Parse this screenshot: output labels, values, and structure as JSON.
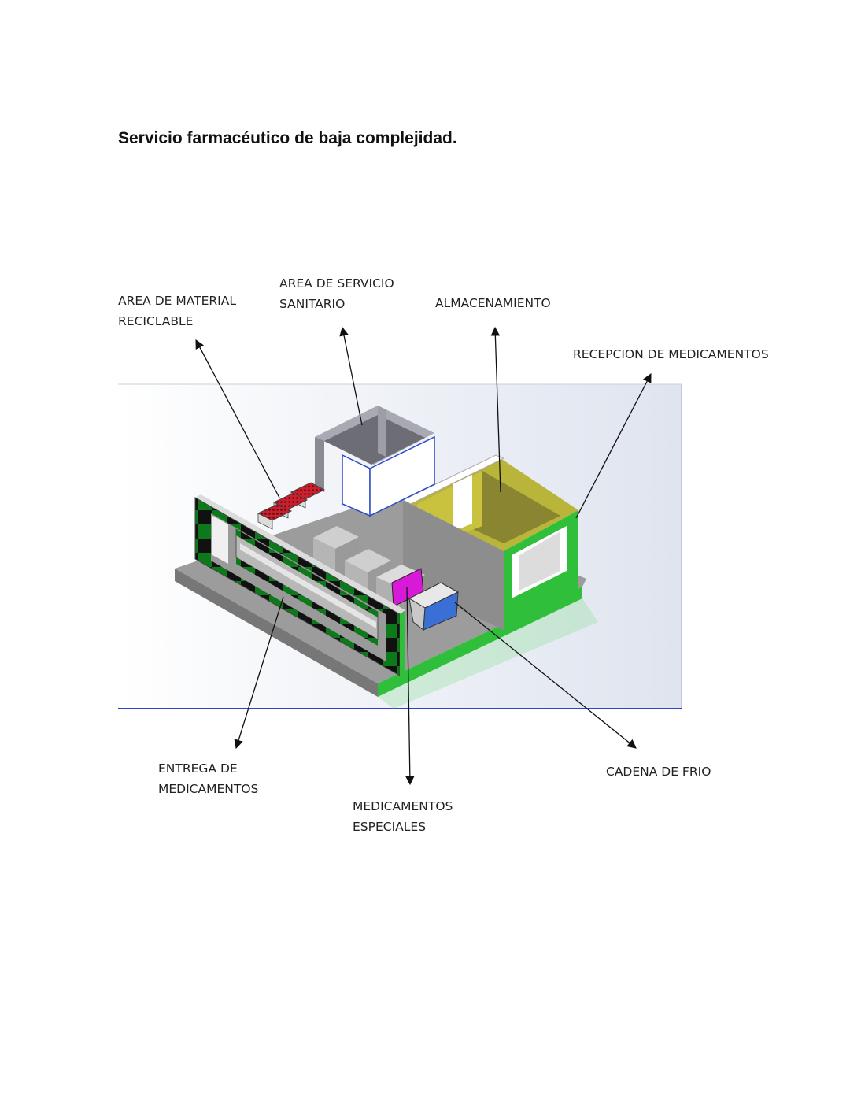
{
  "title": "Servicio farmacéutico de baja complejidad.",
  "labels": {
    "material_reciclable": [
      "AREA DE MATERIAL",
      "RECICLABLE"
    ],
    "servicio_sanitario": [
      "AREA DE SERVICIO",
      "SANITARIO"
    ],
    "almacenamiento": [
      "ALMACENAMIENTO"
    ],
    "recepcion": [
      "RECEPCION DE MEDICAMENTOS"
    ],
    "entrega": [
      "ENTREGA DE",
      "MEDICAMENTOS"
    ],
    "especiales": [
      "MEDICAMENTOS",
      "ESPECIALES"
    ],
    "cadena_frio": [
      "CADENA DE FRIO"
    ]
  },
  "colors": {
    "wall_green": "#2fbf3a",
    "dark_green": "#0c7a1a",
    "yellow_wall": "#b9b43a",
    "magenta": "#d81ad8",
    "blue": "#3a6fd6",
    "red_tray": "#cc1f2e",
    "floor_grey": "#9a9a9a",
    "axis_blue": "#3344cc"
  }
}
